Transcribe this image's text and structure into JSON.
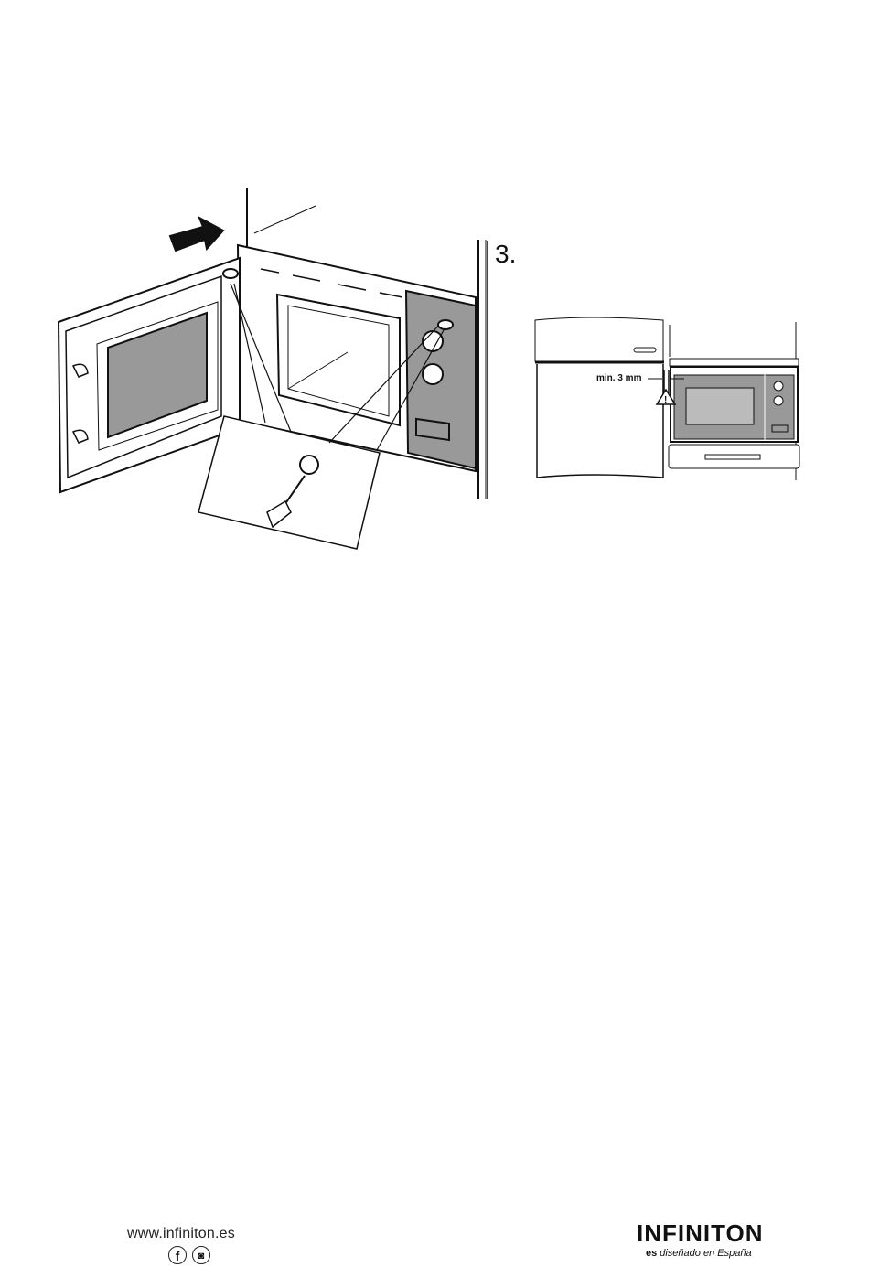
{
  "step_number": "3.",
  "gap_label": "min. 3 mm",
  "footer": {
    "website": "www.infiniton.es",
    "social": [
      {
        "icon": "facebook-icon",
        "glyph": "f"
      },
      {
        "icon": "instagram-icon",
        "glyph": "◙"
      }
    ],
    "brand_logo": "INFINITON",
    "brand_prefix": "es",
    "brand_tagline": "diseñado en España"
  }
}
